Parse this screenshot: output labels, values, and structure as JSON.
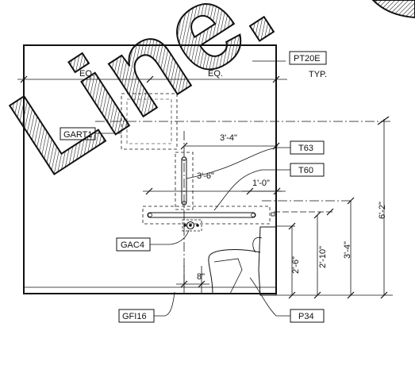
{
  "drawing": {
    "watermark": "Line.",
    "tags": {
      "pt20e": "PT20E",
      "gart1": "GART1",
      "t63": "T63",
      "t60": "T60",
      "gac4": "GAC4",
      "gfi16": "GFI16",
      "p34": "P34"
    },
    "notes": {
      "eq_left": "EQ.",
      "eq_right": "EQ.",
      "typ": "TYP."
    },
    "dimensions": {
      "d_3_4": "3'-4\"",
      "d_3_6": "3'-6\"",
      "d_1_0": "1'-0\"",
      "d_8": "8\"",
      "d_2_6": "2'-6\"",
      "d_2_10": "2'-10\"",
      "d_3_4_v": "3'-4\"",
      "d_6_2": "6'-2\""
    }
  },
  "colors": {
    "line": "#111111",
    "hatch": "#111111",
    "background": "#ffffff"
  }
}
